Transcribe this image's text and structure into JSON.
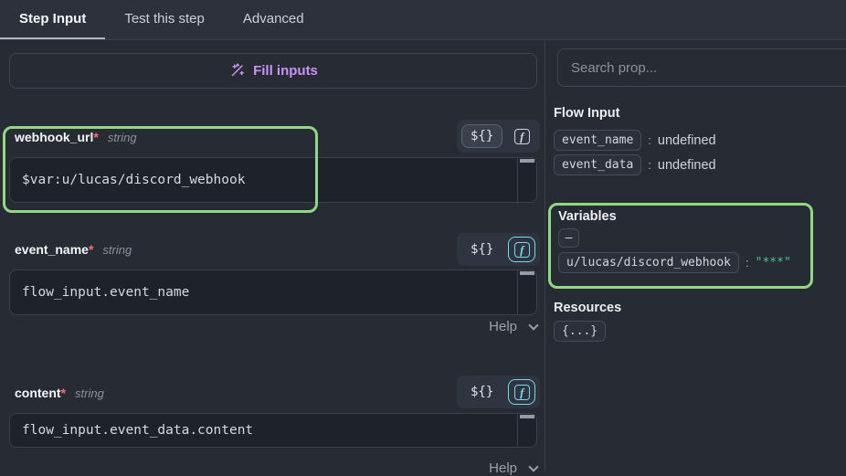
{
  "colors": {
    "accent_violet": "#cb93f5",
    "highlight_green": "#92d783",
    "active_teal": "#7bd8e8",
    "required_red": "#f87171",
    "secret_value_green": "#4cc38a"
  },
  "tabs": {
    "items": [
      {
        "label": "Step Input"
      },
      {
        "label": "Test this step"
      },
      {
        "label": "Advanced"
      }
    ]
  },
  "toolbar": {
    "fill_inputs": "Fill inputs"
  },
  "fields": {
    "webhook_url": {
      "label": "webhook_url",
      "required_mark": "*",
      "type": "string",
      "value": "$var:u/lucas/discord_webhook",
      "expr_toggle": "${}",
      "fn_toggle": "f"
    },
    "event_name": {
      "label": "event_name",
      "required_mark": "*",
      "type": "string",
      "value": "flow_input.event_name",
      "expr_toggle": "${}",
      "fn_toggle": "f",
      "help_label": "Help"
    },
    "content": {
      "label": "content",
      "required_mark": "*",
      "type": "string",
      "value": "flow_input.event_data.content",
      "expr_toggle": "${}",
      "fn_toggle": "f",
      "help_label": "Help"
    }
  },
  "inspector": {
    "search_placeholder": "Search prop...",
    "flow_input": {
      "title": "Flow Input",
      "entries": [
        {
          "key": "event_name",
          "sep": ":",
          "value": "undefined"
        },
        {
          "key": "event_data",
          "sep": ":",
          "value": "undefined"
        }
      ]
    },
    "variables": {
      "title": "Variables",
      "collapse_badge": "–",
      "entries": [
        {
          "key": "u/lucas/discord_webhook",
          "sep": ":",
          "value": "\"***\""
        }
      ]
    },
    "resources": {
      "title": "Resources",
      "badge": "{...}"
    }
  }
}
